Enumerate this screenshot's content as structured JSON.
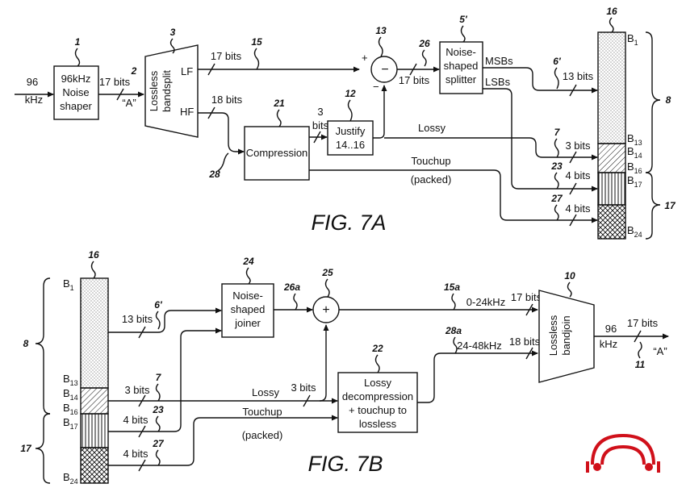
{
  "fig_a": {
    "caption": "FIG. 7A",
    "input_rate": "96",
    "input_unit": "kHz",
    "noise_shaper": [
      "96kHz",
      "Noise",
      "shaper"
    ],
    "bits_17": "17 bits",
    "signal_a": "“A”",
    "bandsplit": [
      "Lossless",
      "bandsplit"
    ],
    "lf": "LF",
    "hf": "HF",
    "lf_bits": "17 bits",
    "hf_bits": "18 bits",
    "compression": "Compression",
    "comp_bits": [
      "3",
      "bits"
    ],
    "justify": [
      "Justify",
      "14..16"
    ],
    "lossy": "Lossy",
    "touchup": "Touchup",
    "packed": "(packed)",
    "plus": "+",
    "minus": "−",
    "diff_bits": "17 bits",
    "splitter": [
      "Noise-",
      "shaped",
      "splitter"
    ],
    "msbs": "MSBs",
    "lsbs": "LSBs",
    "msb_bits": "13 bits",
    "lossy_bits": "3 bits",
    "lsb_bits": "4 bits",
    "touch_bits": "4 bits",
    "refs": {
      "r1": "1",
      "r2": "2",
      "r3": "3",
      "r15": "15",
      "r13": "13",
      "r26": "26",
      "r5": "5′",
      "r16": "16",
      "r12": "12",
      "r21": "21",
      "r28": "28",
      "r6": "6′",
      "r7": "7",
      "r23": "23",
      "r27": "27",
      "r8": "8",
      "r17": "17"
    },
    "words": {
      "b1": "B",
      "b1s": "1",
      "b13": "B",
      "b13s": "13",
      "b14": "B",
      "b14s": "14",
      "b16": "B",
      "b16s": "16",
      "b17": "B",
      "b17s": "17",
      "b24": "B",
      "b24s": "24"
    }
  },
  "fig_b": {
    "caption": "FIG. 7B",
    "joiner": [
      "Noise-",
      "shaped",
      "joiner"
    ],
    "decomp": [
      "Lossy",
      "decompression",
      "+ touchup to",
      "lossless"
    ],
    "bandjoin": [
      "Lossless",
      "bandjoin"
    ],
    "msb_bits": "13 bits",
    "lossy_bits": "3 bits",
    "lsb_bits": "4 bits",
    "touch_bits": "4 bits",
    "lossy": "Lossy",
    "lossy_sum_bits": "3 bits",
    "touchup": "Touchup",
    "packed": "(packed)",
    "plus": "+",
    "low_band": "0-24kHz",
    "high_band": "24-48kHz",
    "low_bits": "17 bits",
    "high_bits": "18 bits",
    "out_rate": "96",
    "out_unit": "kHz",
    "out_bits": "17 bits",
    "signal_a": "“A”",
    "refs": {
      "r16": "16",
      "r24": "24",
      "r25": "25",
      "r26a": "26a",
      "r15a": "15a",
      "r10": "10",
      "r22": "22",
      "r28a": "28a",
      "r6": "6′",
      "r7": "7",
      "r23": "23",
      "r27": "27",
      "r8": "8",
      "r17": "17",
      "r11": "11"
    },
    "words": {
      "b1": "B",
      "b1s": "1",
      "b13": "B",
      "b13s": "13",
      "b14": "B",
      "b14s": "14",
      "b16": "B",
      "b16s": "16",
      "b17": "B",
      "b17s": "17",
      "b24": "B",
      "b24s": "24"
    }
  },
  "colors": {
    "ink": "#111111",
    "logo": "#d0101a"
  },
  "logo_icon": "headphones-logo-icon"
}
